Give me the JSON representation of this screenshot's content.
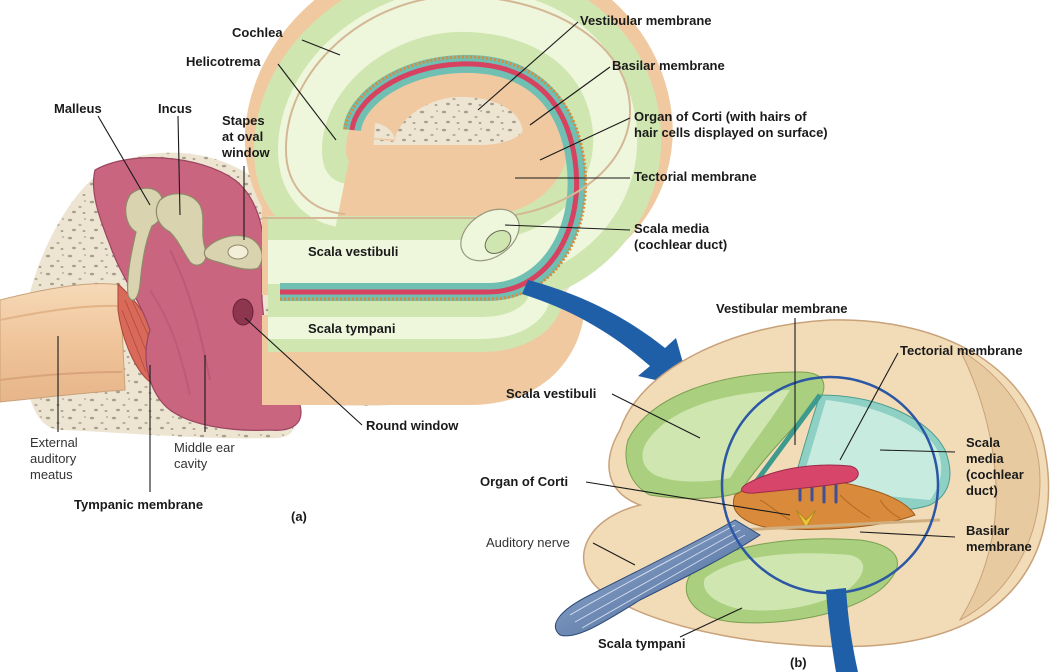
{
  "labels": {
    "cochlea": "Cochlea",
    "helicotrema": "Helicotrema",
    "malleus": "Malleus",
    "incus": "Incus",
    "stapes_1": "Stapes",
    "stapes_2": "at oval",
    "stapes_3": "window",
    "vestibular_membrane_a": "Vestibular membrane",
    "basilar_membrane_a": "Basilar membrane",
    "organ_corti_a_1": "Organ of Corti (with hairs of",
    "organ_corti_a_2": "hair cells displayed on surface)",
    "tectorial_membrane_a": "Tectorial membrane",
    "scala_media_a_1": "Scala media",
    "scala_media_a_2": "(cochlear duct)",
    "scala_vestibuli_a": "Scala vestibuli",
    "scala_tympani_a": "Scala tympani",
    "round_window": "Round window",
    "external_meatus_1": "External",
    "external_meatus_2": "auditory",
    "external_meatus_3": "meatus",
    "middle_ear_1": "Middle ear",
    "middle_ear_2": "cavity",
    "tympanic_membrane": "Tympanic membrane",
    "panel_a": "(a)",
    "vestibular_membrane_b": "Vestibular membrane",
    "tectorial_membrane_b": "Tectorial membrane",
    "scala_vestibuli_b": "Scala vestibuli",
    "scala_media_b_1": "Scala",
    "scala_media_b_2": "media",
    "scala_media_b_3": "(cochlear",
    "scala_media_b_4": "duct)",
    "organ_corti_b": "Organ of Corti",
    "basilar_membrane_b_1": "Basilar",
    "basilar_membrane_b_2": "membrane",
    "auditory_nerve": "Auditory nerve",
    "scala_tympani_b": "Scala tympani",
    "panel_b": "(b)"
  },
  "colors": {
    "bone": "#ede4d2",
    "bone_speckle": "#a89f8c",
    "tissue_pink": "#c9657f",
    "ossicle": "#d9d3b0",
    "scala_green": "#cfe6b0",
    "scala_light": "#eef6dc",
    "duct_teal": "#6fbfb3",
    "basilar_red": "#d6425f",
    "organ_orange": "#d98a3a",
    "canal_tan": "#f0c9a0",
    "arrow_blue": "#1f5fa8",
    "circle_blue": "#2b57a5"
  }
}
